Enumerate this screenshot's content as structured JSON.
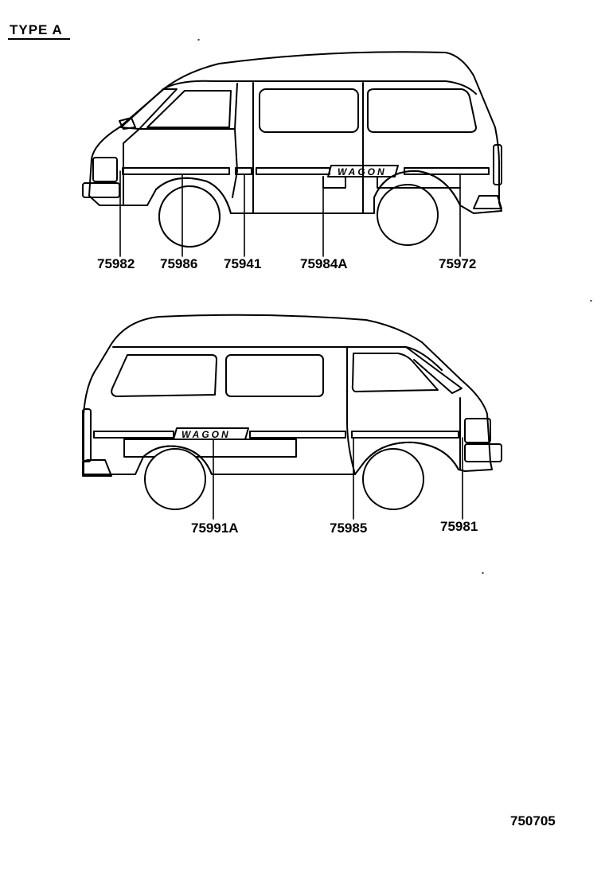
{
  "header": {
    "type_label": "TYPE A"
  },
  "views": {
    "right_side": {
      "callouts": [
        "75982",
        "75986",
        "75941",
        "75984A",
        "75972"
      ],
      "emblem": "WAGON"
    },
    "left_side": {
      "callouts": [
        "75991A",
        "75985",
        "75981"
      ],
      "emblem": "WAGON"
    }
  },
  "footer": {
    "diagram_code": "750705"
  }
}
